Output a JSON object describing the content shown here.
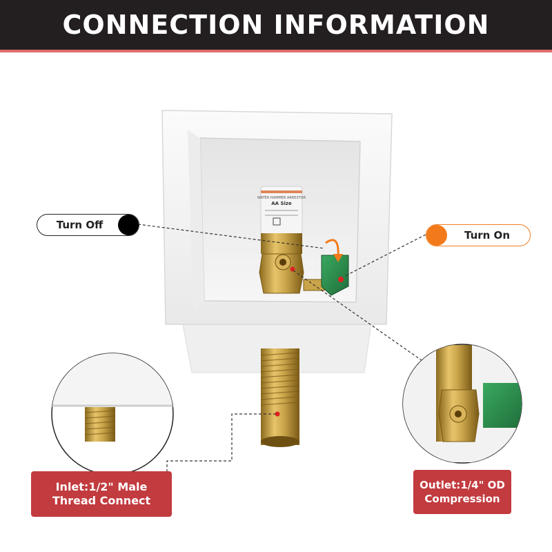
{
  "header": {
    "title": "CONNECTION INFORMATION",
    "background": "#231f20",
    "accent_line": "#e06b6b"
  },
  "labels": {
    "turn_off": "Turn Off",
    "turn_on": "Turn On"
  },
  "callouts": {
    "inlet_line1": "Inlet:1/2\" Male",
    "inlet_line2": "Thread Connect",
    "outlet_line1": "Outlet:1/4\" OD",
    "outlet_line2": "Compression"
  },
  "product_label": {
    "line1": "WATER HAMMER ARRESTOR",
    "line2": "AA Size"
  },
  "colors": {
    "callout_red": "#c23b3f",
    "turn_on_orange": "#f27a1a",
    "handle_green": "#2f8f4f",
    "brass": "#c9a44a"
  }
}
